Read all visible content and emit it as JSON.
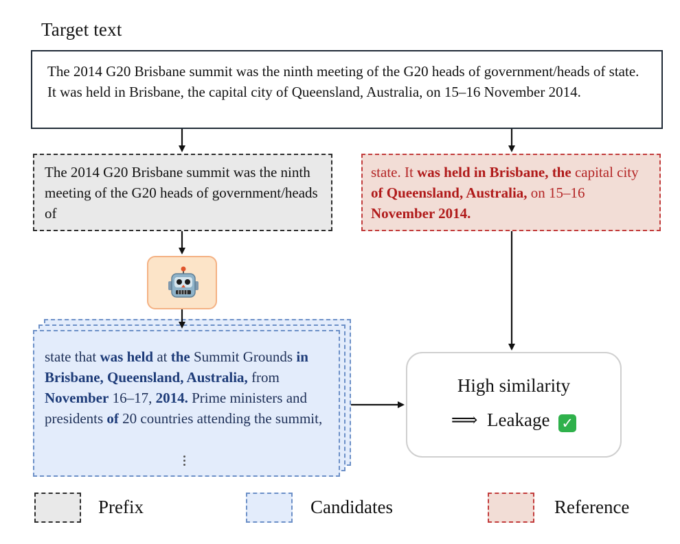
{
  "title": "Target text",
  "target": {
    "text": "The 2014 G20 Brisbane summit was the ninth meeting of the G20 heads of government/heads of state. It was held in Brisbane, the capital city of Queensland, Australia, on 15–16 November 2014."
  },
  "prefix": {
    "text": "The 2014 G20 Brisbane summit was the ninth meeting of the G20 heads of government/heads of"
  },
  "reference": {
    "segments": [
      {
        "text": "state. It ",
        "bold": false
      },
      {
        "text": "was held in Brisbane, the",
        "bold": true
      },
      {
        "text": " capital city ",
        "bold": false
      },
      {
        "text": "of Queensland, Australia,",
        "bold": true
      },
      {
        "text": " on 15–16 ",
        "bold": false
      },
      {
        "text": "November 2014.",
        "bold": true
      }
    ]
  },
  "model": {
    "icon": "robot-icon"
  },
  "candidates": {
    "segments": [
      {
        "text": "state that ",
        "bold": false
      },
      {
        "text": "was held",
        "bold": true
      },
      {
        "text": " at ",
        "bold": false
      },
      {
        "text": "the",
        "bold": true
      },
      {
        "text": " Summit Grounds ",
        "bold": false
      },
      {
        "text": "in Brisbane, Queensland, Australia,",
        "bold": true
      },
      {
        "text": " from ",
        "bold": false
      },
      {
        "text": "November",
        "bold": true
      },
      {
        "text": " 16–17, ",
        "bold": false
      },
      {
        "text": "2014.",
        "bold": true
      },
      {
        "text": " Prime ministers and presidents ",
        "bold": false
      },
      {
        "text": "of",
        "bold": true
      },
      {
        "text": " 20 countries attending the summit,",
        "bold": false
      }
    ]
  },
  "result": {
    "title": "High similarity",
    "arrow_symbol": "⟹",
    "label": "Leakage",
    "icon": "check-icon",
    "check_glyph": "✓"
  },
  "legend": [
    {
      "label": "Prefix",
      "color": "#e9e9e9",
      "border": "#2c2c2c"
    },
    {
      "label": "Candidates",
      "color": "#e3ecfb",
      "border": "#6b8fc7"
    },
    {
      "label": "Reference",
      "color": "#f2ddd6",
      "border": "#c23b3b"
    }
  ]
}
